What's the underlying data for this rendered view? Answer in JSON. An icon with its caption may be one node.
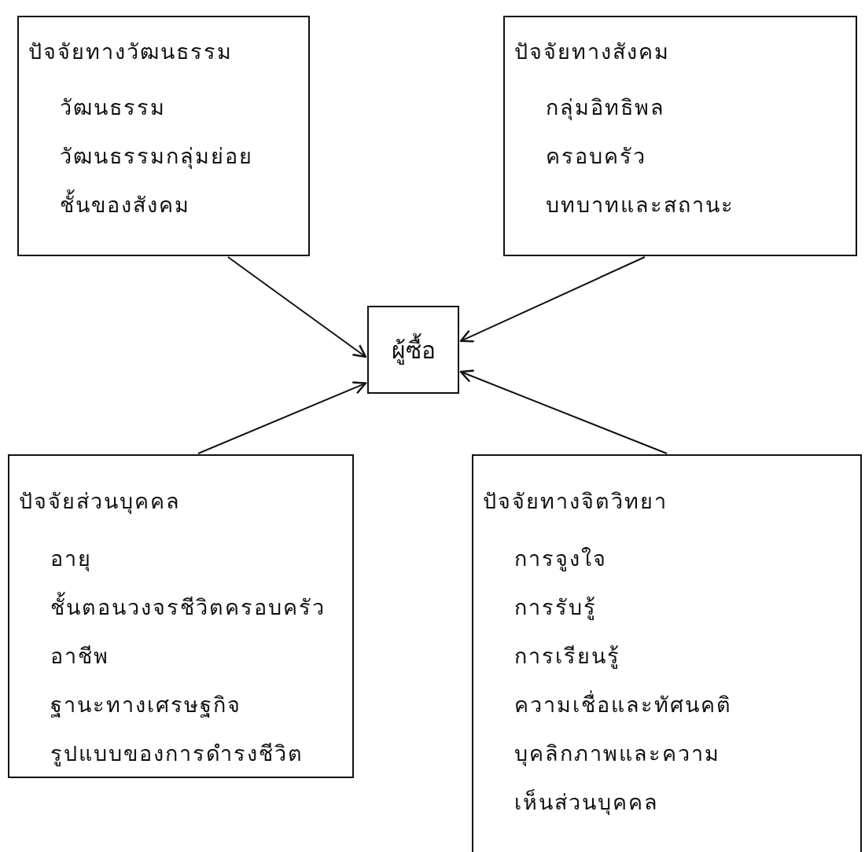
{
  "diagram": {
    "nodes": [
      {
        "text": [
          "ปัจจัยทางวัฒนธรรม",
          "วัฒนธรรม",
          "วัฒนธรรมกลุ่มย่อย",
          "ชั้นของสังคม"
        ]
      },
      {
        "text": [
          "ปัจจัยทางสังคม",
          "กลุ่มอิทธิพล",
          "ครอบครัว",
          "บทบาทและสถานะ"
        ]
      },
      {
        "text": [
          "ผู้ซื้อ"
        ]
      },
      {
        "text": [
          "ปัจจัยส่วนบุคคล",
          "อายุ",
          "ชั้นตอนวงจรชีวิตครอบครัว",
          "อาชีพ",
          "ฐานะทางเศรษฐกิจ",
          "รูปแบบของการดำรงชีวิต"
        ]
      },
      {
        "text": [
          "ปัจจัยทางจิตวิทยา",
          "การจูงใจ",
          "การรับรู้",
          "การเรียนรู้",
          "ความเชื่อและทัศนคติ",
          "บุคลิกภาพและความเห็นส่วนบุคคล"
        ]
      }
    ],
    "edges": [
      {
        "from": 0,
        "to": 2,
        "arrow": "to"
      },
      {
        "from": 1,
        "to": 2,
        "arrow": "to"
      },
      {
        "from": 3,
        "to": 2,
        "arrow": "to"
      },
      {
        "from": 4,
        "to": 2,
        "arrow": "to"
      }
    ]
  }
}
